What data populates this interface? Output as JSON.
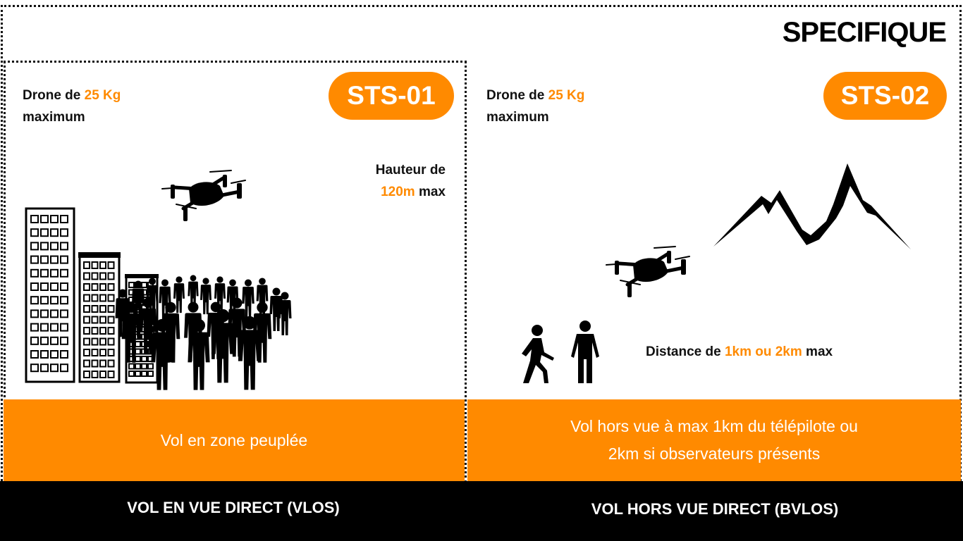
{
  "title": "SPECIFIQUE",
  "sts01": {
    "badge": "STS-01",
    "weight_prefix": "Drone de ",
    "weight_value": "25 Kg",
    "weight_suffix": "maximum",
    "height_prefix": "Hauteur de",
    "height_value": "120m",
    "height_suffix": " max",
    "band_text": "Vol en zone peuplée",
    "footer": "VOL EN VUE DIRECT (VLOS)"
  },
  "sts02": {
    "badge": "STS-02",
    "weight_prefix": "Drone de ",
    "weight_value": "25 Kg",
    "weight_suffix": "maximum",
    "distance_prefix": "Distance de ",
    "distance_value": "1km ou 2km",
    "distance_suffix": " max",
    "band_line1": "Vol hors vue à max 1km du télépilote ou",
    "band_line2": "2km si observateurs présents",
    "footer": "VOL HORS VUE DIRECT (BVLOS)"
  },
  "colors": {
    "accent": "#ff8a00",
    "dark": "#000000",
    "text_light": "#ffffff"
  },
  "icons": [
    "drone-icon",
    "building-icon",
    "crowd-icon",
    "mountain-icon",
    "walking-person-icon",
    "standing-person-icon"
  ]
}
